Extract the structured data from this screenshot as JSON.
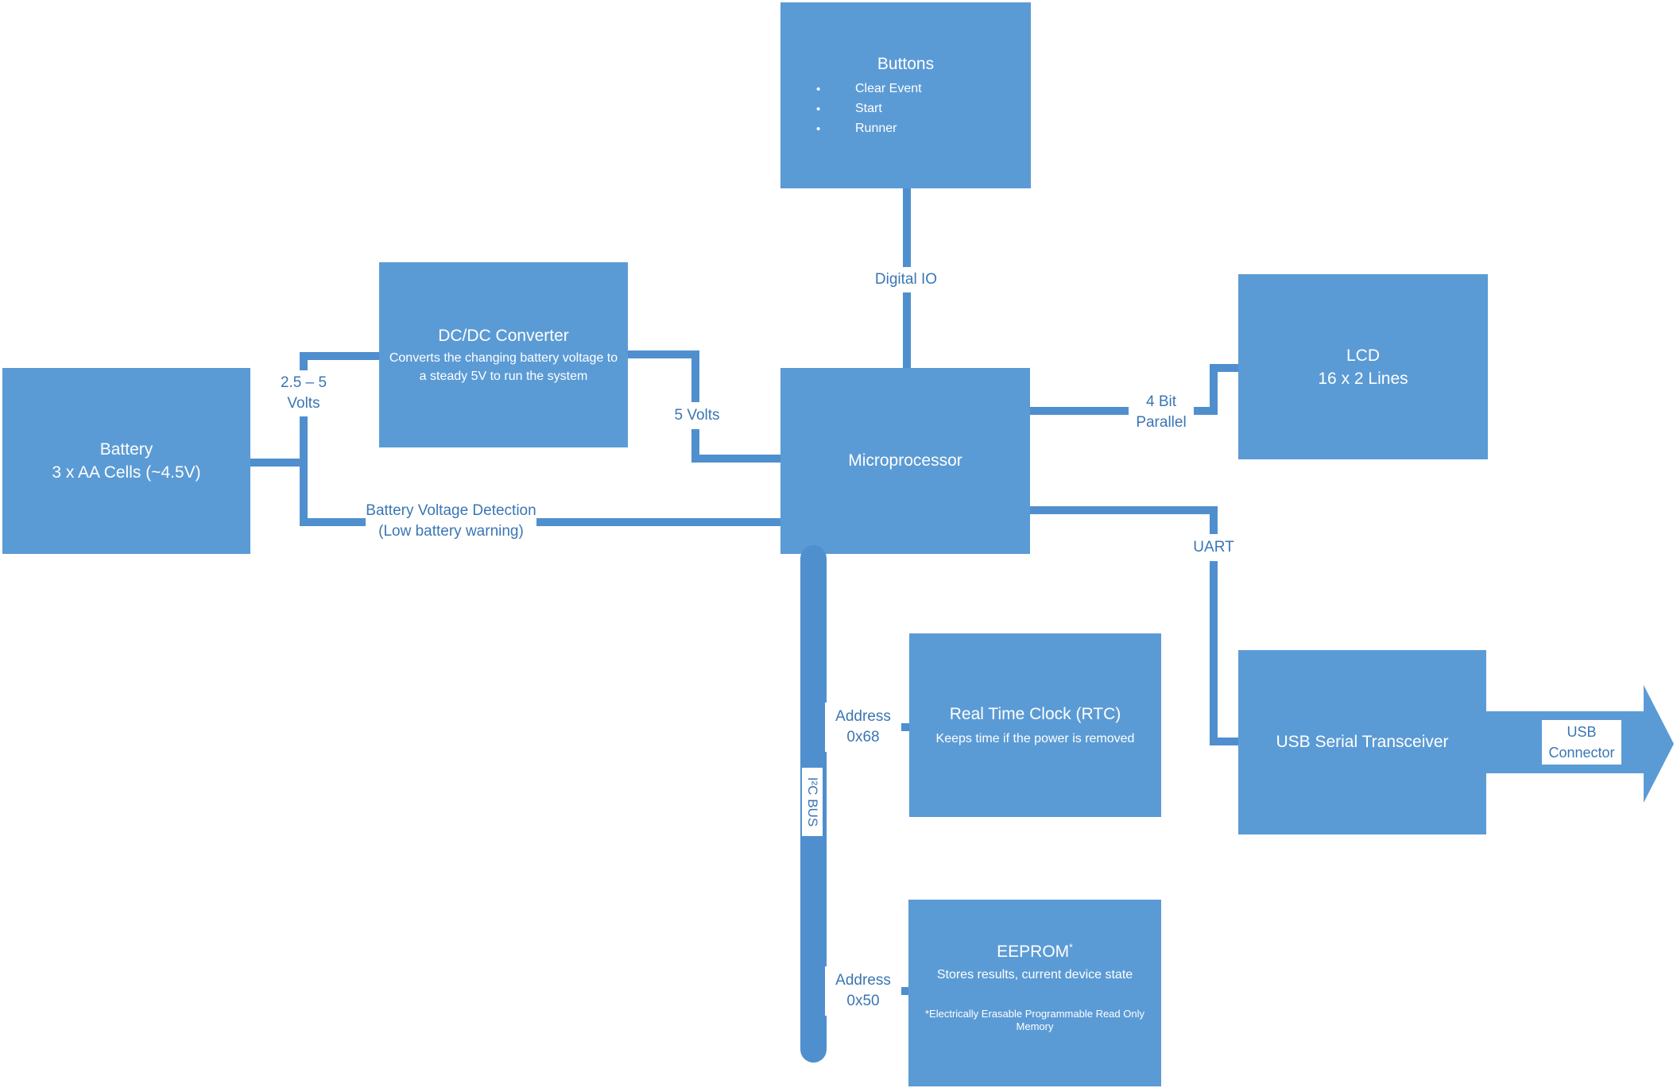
{
  "colors": {
    "block": "#5b9bd5",
    "line": "#4f8fce",
    "label": "#3a76b4"
  },
  "blocks": {
    "buttons": {
      "title": "Buttons",
      "bullet": "•",
      "items": [
        {
          "label": "Clear Event"
        },
        {
          "label": "Start"
        },
        {
          "label": "Runner"
        }
      ]
    },
    "dcdc": {
      "title": "DC/DC Converter",
      "subtitle": "Converts the changing battery voltage to a steady 5V to run the system"
    },
    "battery": {
      "line1": "Battery",
      "line2": "3 x AA Cells (~4.5V)"
    },
    "micro": {
      "title": "Microprocessor"
    },
    "lcd": {
      "line1": "LCD",
      "line2": "16 x 2 Lines"
    },
    "rtc": {
      "title": "Real Time Clock (RTC)",
      "subtitle": "Keeps time if the power is removed"
    },
    "usb_transceiver": {
      "title": "USB Serial Transceiver"
    },
    "eeprom": {
      "title": "EEPROM",
      "sup": "*",
      "subtitle": "Stores results, current device state",
      "footnote": "*Electrically Erasable Programmable Read Only Memory"
    }
  },
  "labels": {
    "digital_io": "Digital IO",
    "volts_range_1": "2.5 – 5",
    "volts_range_2": "Volts",
    "five_volts": "5 Volts",
    "bvd_1": "Battery Voltage Detection",
    "bvd_2": "(Low battery warning)",
    "four_bit_1": "4 Bit",
    "four_bit_2": "Parallel",
    "uart": "UART",
    "addr_rtc_1": "Address",
    "addr_rtc_2": "0x68",
    "addr_eeprom_1": "Address",
    "addr_eeprom_2": "0x50",
    "i2c_bus": "I²C BUS",
    "usb_conn_1": "USB",
    "usb_conn_2": "Connector"
  }
}
